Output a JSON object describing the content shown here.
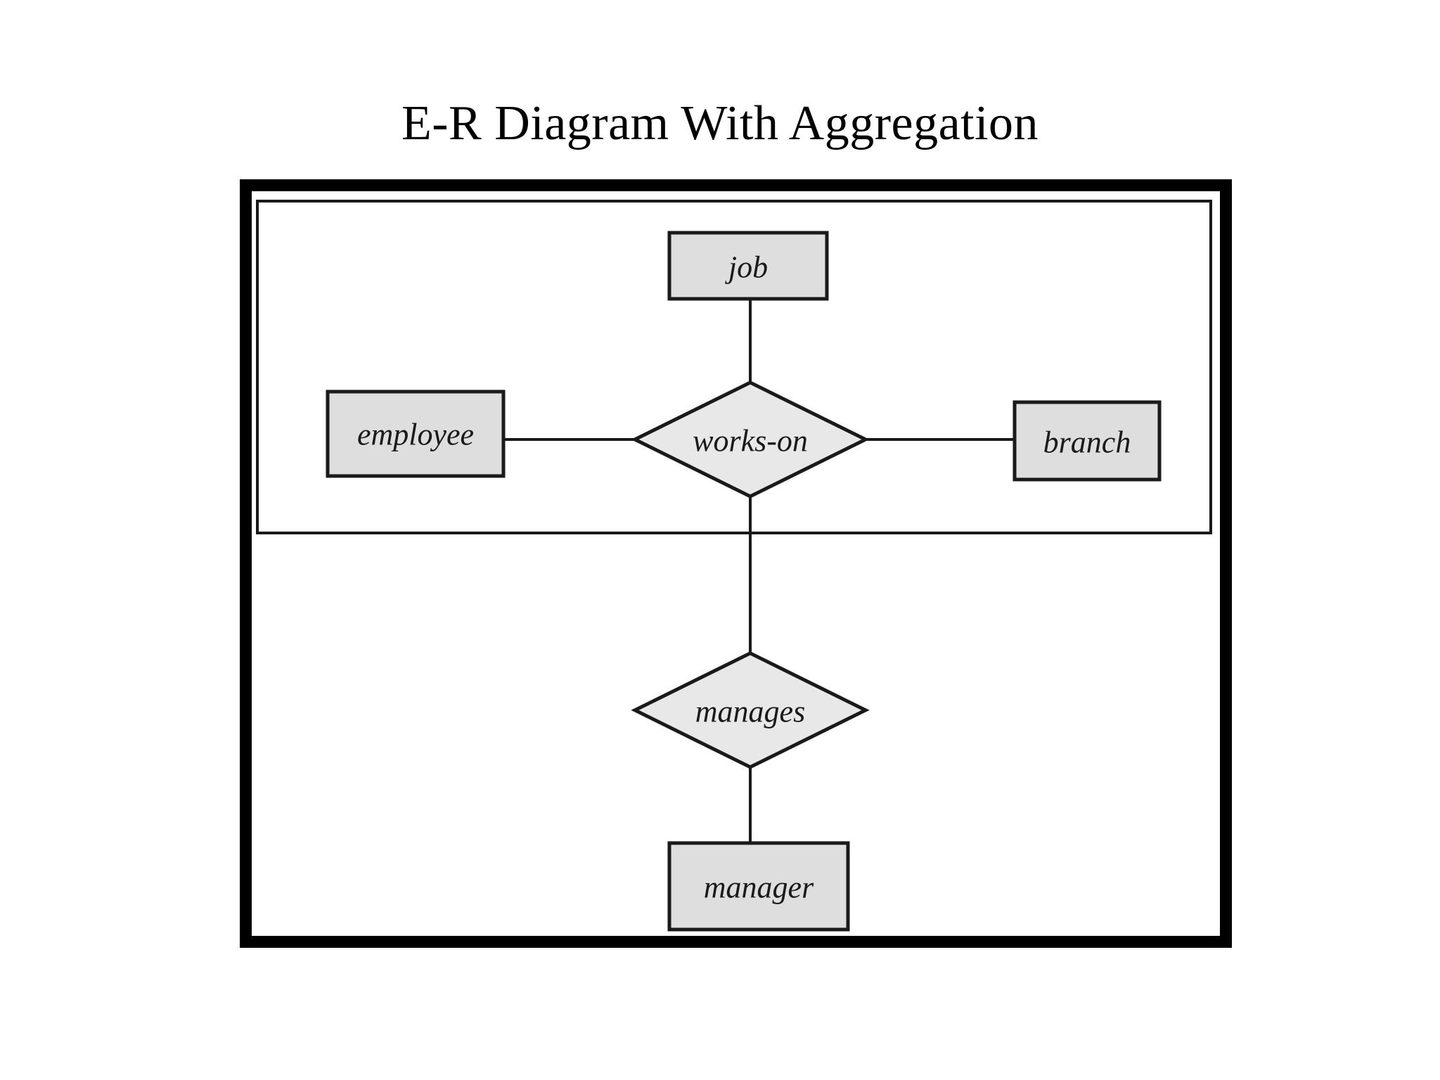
{
  "slide": {
    "title": "E-R Diagram With Aggregation"
  },
  "diagram": {
    "type": "entity-relationship",
    "notation": "Chen",
    "aggregation_box_label": "",
    "colors": {
      "shape_fill": "#dedede",
      "shape_stroke": "#1a1a1a",
      "frame_stroke": "#000000",
      "connector": "#1a1a1a",
      "background": "#ffffff",
      "text": "#1a1a1a"
    },
    "entities": [
      {
        "id": "job",
        "label": "job"
      },
      {
        "id": "employee",
        "label": "employee"
      },
      {
        "id": "branch",
        "label": "branch"
      },
      {
        "id": "manager",
        "label": "manager"
      }
    ],
    "relationships": [
      {
        "id": "works-on",
        "label": "works-on"
      },
      {
        "id": "manages",
        "label": "manages"
      }
    ],
    "aggregation": {
      "contains": [
        "employee",
        "job",
        "branch",
        "works-on"
      ],
      "participates_in": "manages"
    },
    "edges": [
      {
        "from": "job",
        "to": "works-on"
      },
      {
        "from": "employee",
        "to": "works-on"
      },
      {
        "from": "branch",
        "to": "works-on"
      },
      {
        "from": "aggregation",
        "to": "manages"
      },
      {
        "from": "manages",
        "to": "manager"
      }
    ]
  }
}
